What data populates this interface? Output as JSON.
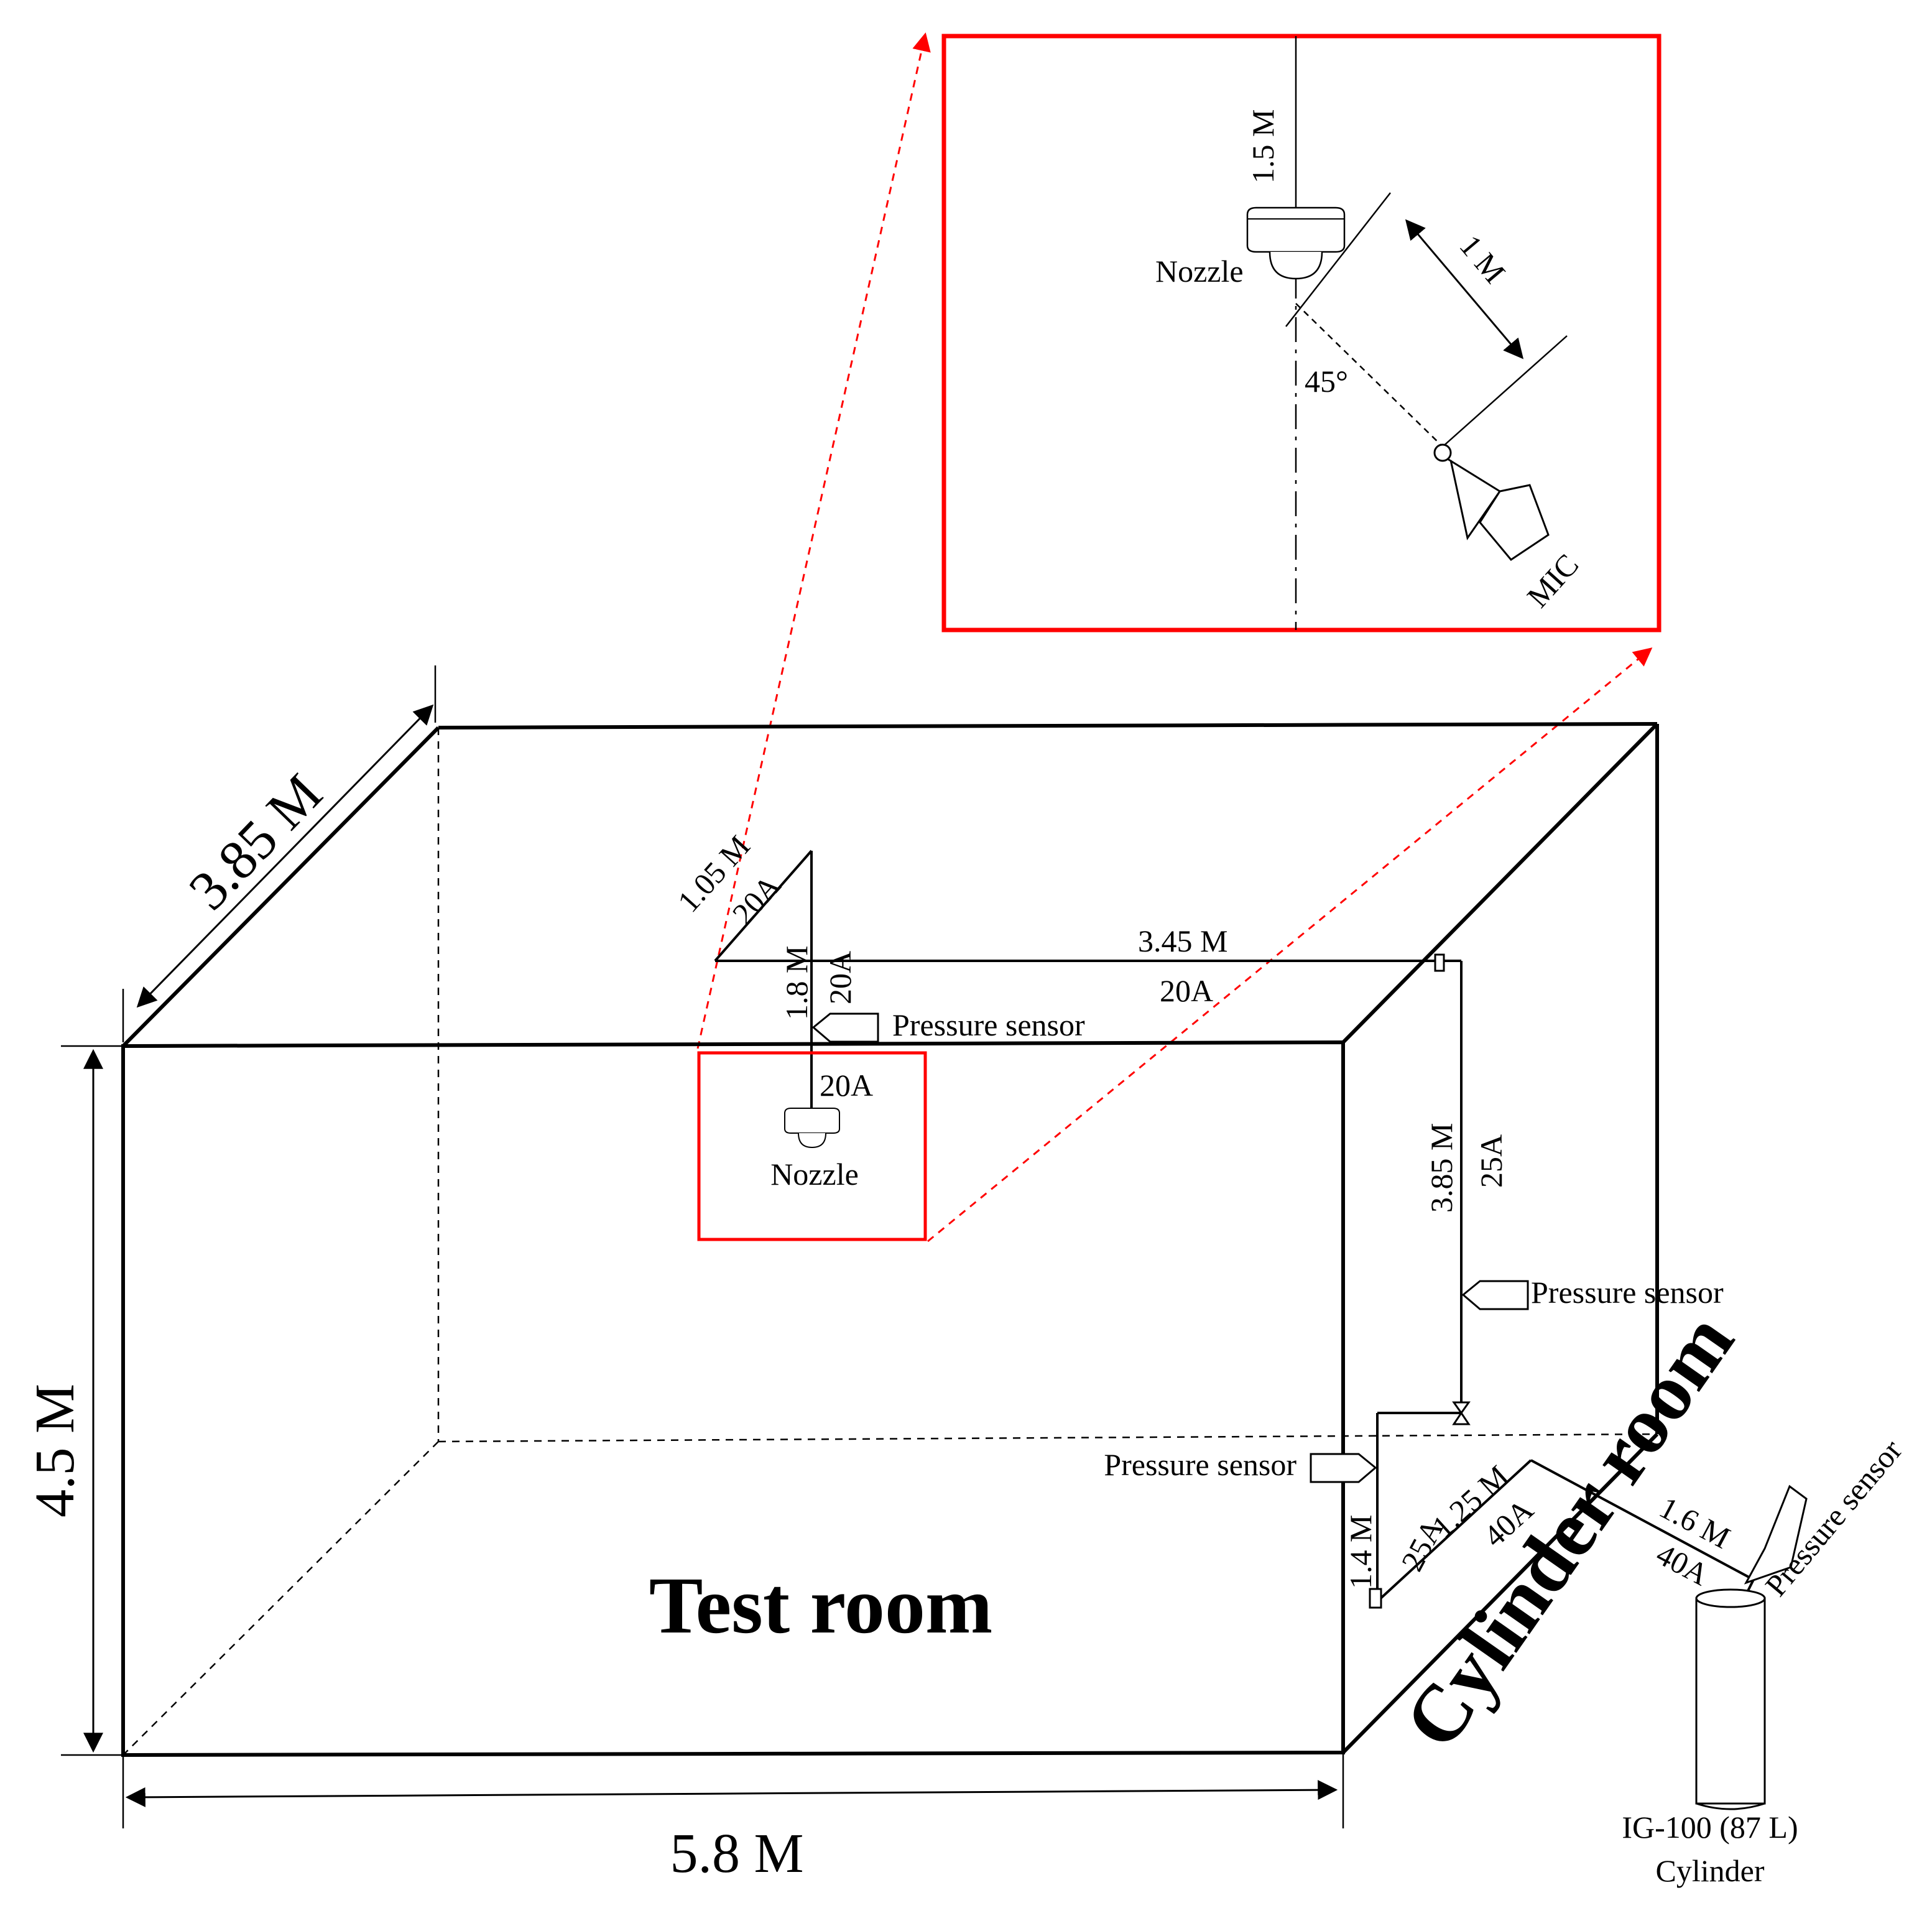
{
  "colors": {
    "highlight": "#ff0000",
    "line": "#000000",
    "background": "#ffffff"
  },
  "icons": [
    "nozzle-icon",
    "microphone-icon",
    "pressure-sensor-icon",
    "valve-icon",
    "cylinder-icon"
  ],
  "room": {
    "title": "Test room",
    "width_label": "5.8 M",
    "height_label": "4.5 M",
    "depth_label": "3.85 M"
  },
  "cylinder_room": {
    "title": "Cylinder room"
  },
  "piping": {
    "diag_length": "1.05 M",
    "diag_size": "20A",
    "drop_length": "1.8 M",
    "drop_size": "20A",
    "nozzle_size": "20A",
    "top_length": "3.45 M",
    "top_size": "20A",
    "riser_length": "3.85 M",
    "riser_size": "25A",
    "low_vertical_length": "1.4 M",
    "low_vertical_size": "25A",
    "low_diag_length": "1.25 M",
    "low_diag_size": "40A",
    "cyl_pipe_length": "1.6 M",
    "cyl_pipe_size": "40A"
  },
  "sensors": {
    "top": "Pressure sensor",
    "riser": "Pressure sensor",
    "bottom": "Pressure sensor",
    "cylinder": "Pressure sensor"
  },
  "nozzle_label": "Nozzle",
  "cylinder": {
    "line1": "IG-100 (87 L)",
    "line2": "Cylinder"
  },
  "detail": {
    "pipe_length": "1.5 M",
    "nozzle_label": "Nozzle",
    "distance": "1 M",
    "angle": "45°",
    "mic_label": "MIC"
  }
}
